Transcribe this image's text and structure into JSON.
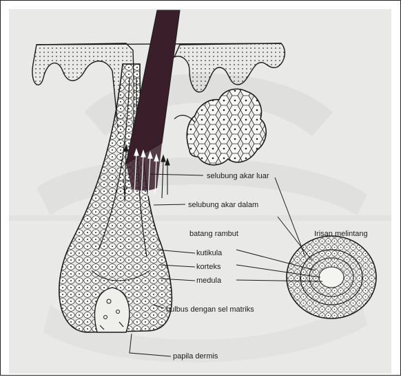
{
  "labels": {
    "outer_root_sheath": "selubung akar luar",
    "inner_root_sheath": "selubung akar dalam",
    "hair_shaft": "batang rambut",
    "cuticle": "kutikula",
    "cortex": "korteks",
    "medulla": "medula",
    "bulb": "bulbus dengan sel matriks",
    "papilla": "papila dermis",
    "cross_section": "Irisan melintang"
  },
  "colors": {
    "ink": "#1a1a1a",
    "hair_shaft": "#3a1f2b",
    "tissue_fill": "#f6f6f3",
    "background": "#e9e9e7",
    "watermark": "#d4d4d2"
  }
}
